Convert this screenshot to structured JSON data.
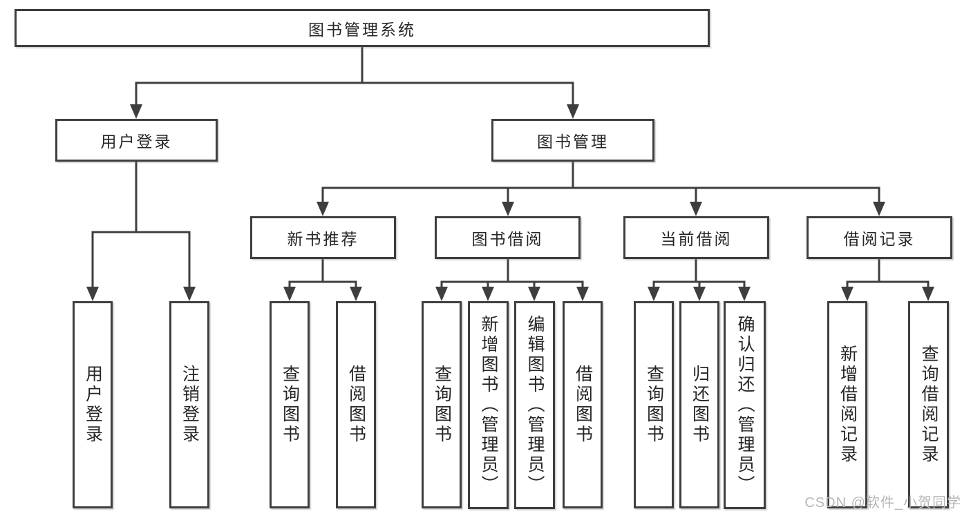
{
  "theme": {
    "background": "#ffffff",
    "box_border_color": "#3e3e3e",
    "line_color": "#3e3e3e",
    "text_color": "#262626",
    "watermark_color": "#b6b6b6"
  },
  "diagram": {
    "root": {
      "label": "图书管理系统"
    },
    "branches": [
      {
        "label": "用户登录",
        "children": [
          {
            "label": "用户登录"
          },
          {
            "label": "注销登录"
          }
        ]
      },
      {
        "label": "图书管理",
        "children": [
          {
            "label": "新书推荐",
            "children": [
              {
                "label": "查询图书"
              },
              {
                "label": "借阅图书"
              }
            ]
          },
          {
            "label": "图书借阅",
            "children": [
              {
                "label": "查询图书"
              },
              {
                "label": "新增图书（管理员）"
              },
              {
                "label": "编辑图书（管理员）"
              },
              {
                "label": "借阅图书"
              }
            ]
          },
          {
            "label": "当前借阅",
            "children": [
              {
                "label": "查询图书"
              },
              {
                "label": "归还图书"
              },
              {
                "label": "确认归还（管理员）"
              }
            ]
          },
          {
            "label": "借阅记录",
            "children": [
              {
                "label": "新增借阅记录"
              },
              {
                "label": "查询借阅记录"
              }
            ]
          }
        ]
      }
    ]
  },
  "watermark": {
    "text": "CSDN @软件_小贺同学"
  }
}
